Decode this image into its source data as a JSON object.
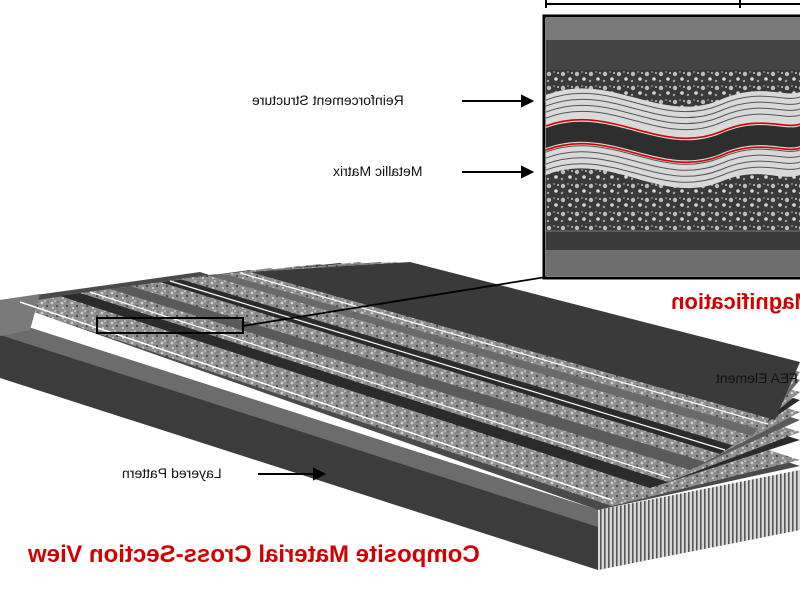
{
  "labels": {
    "reinforcement": "Reinforcement Structure",
    "matrix": "Metallic Matrix",
    "layered": "Layered Pattern",
    "element": "FEA Element",
    "magnification": "Magnification",
    "title": "Composite Material Cross-Section View"
  },
  "colors": {
    "accent": "#d40000",
    "dark_band": "#2b2b2b",
    "mid_band": "#5a5a5a",
    "light_band": "#9a9a9a"
  }
}
